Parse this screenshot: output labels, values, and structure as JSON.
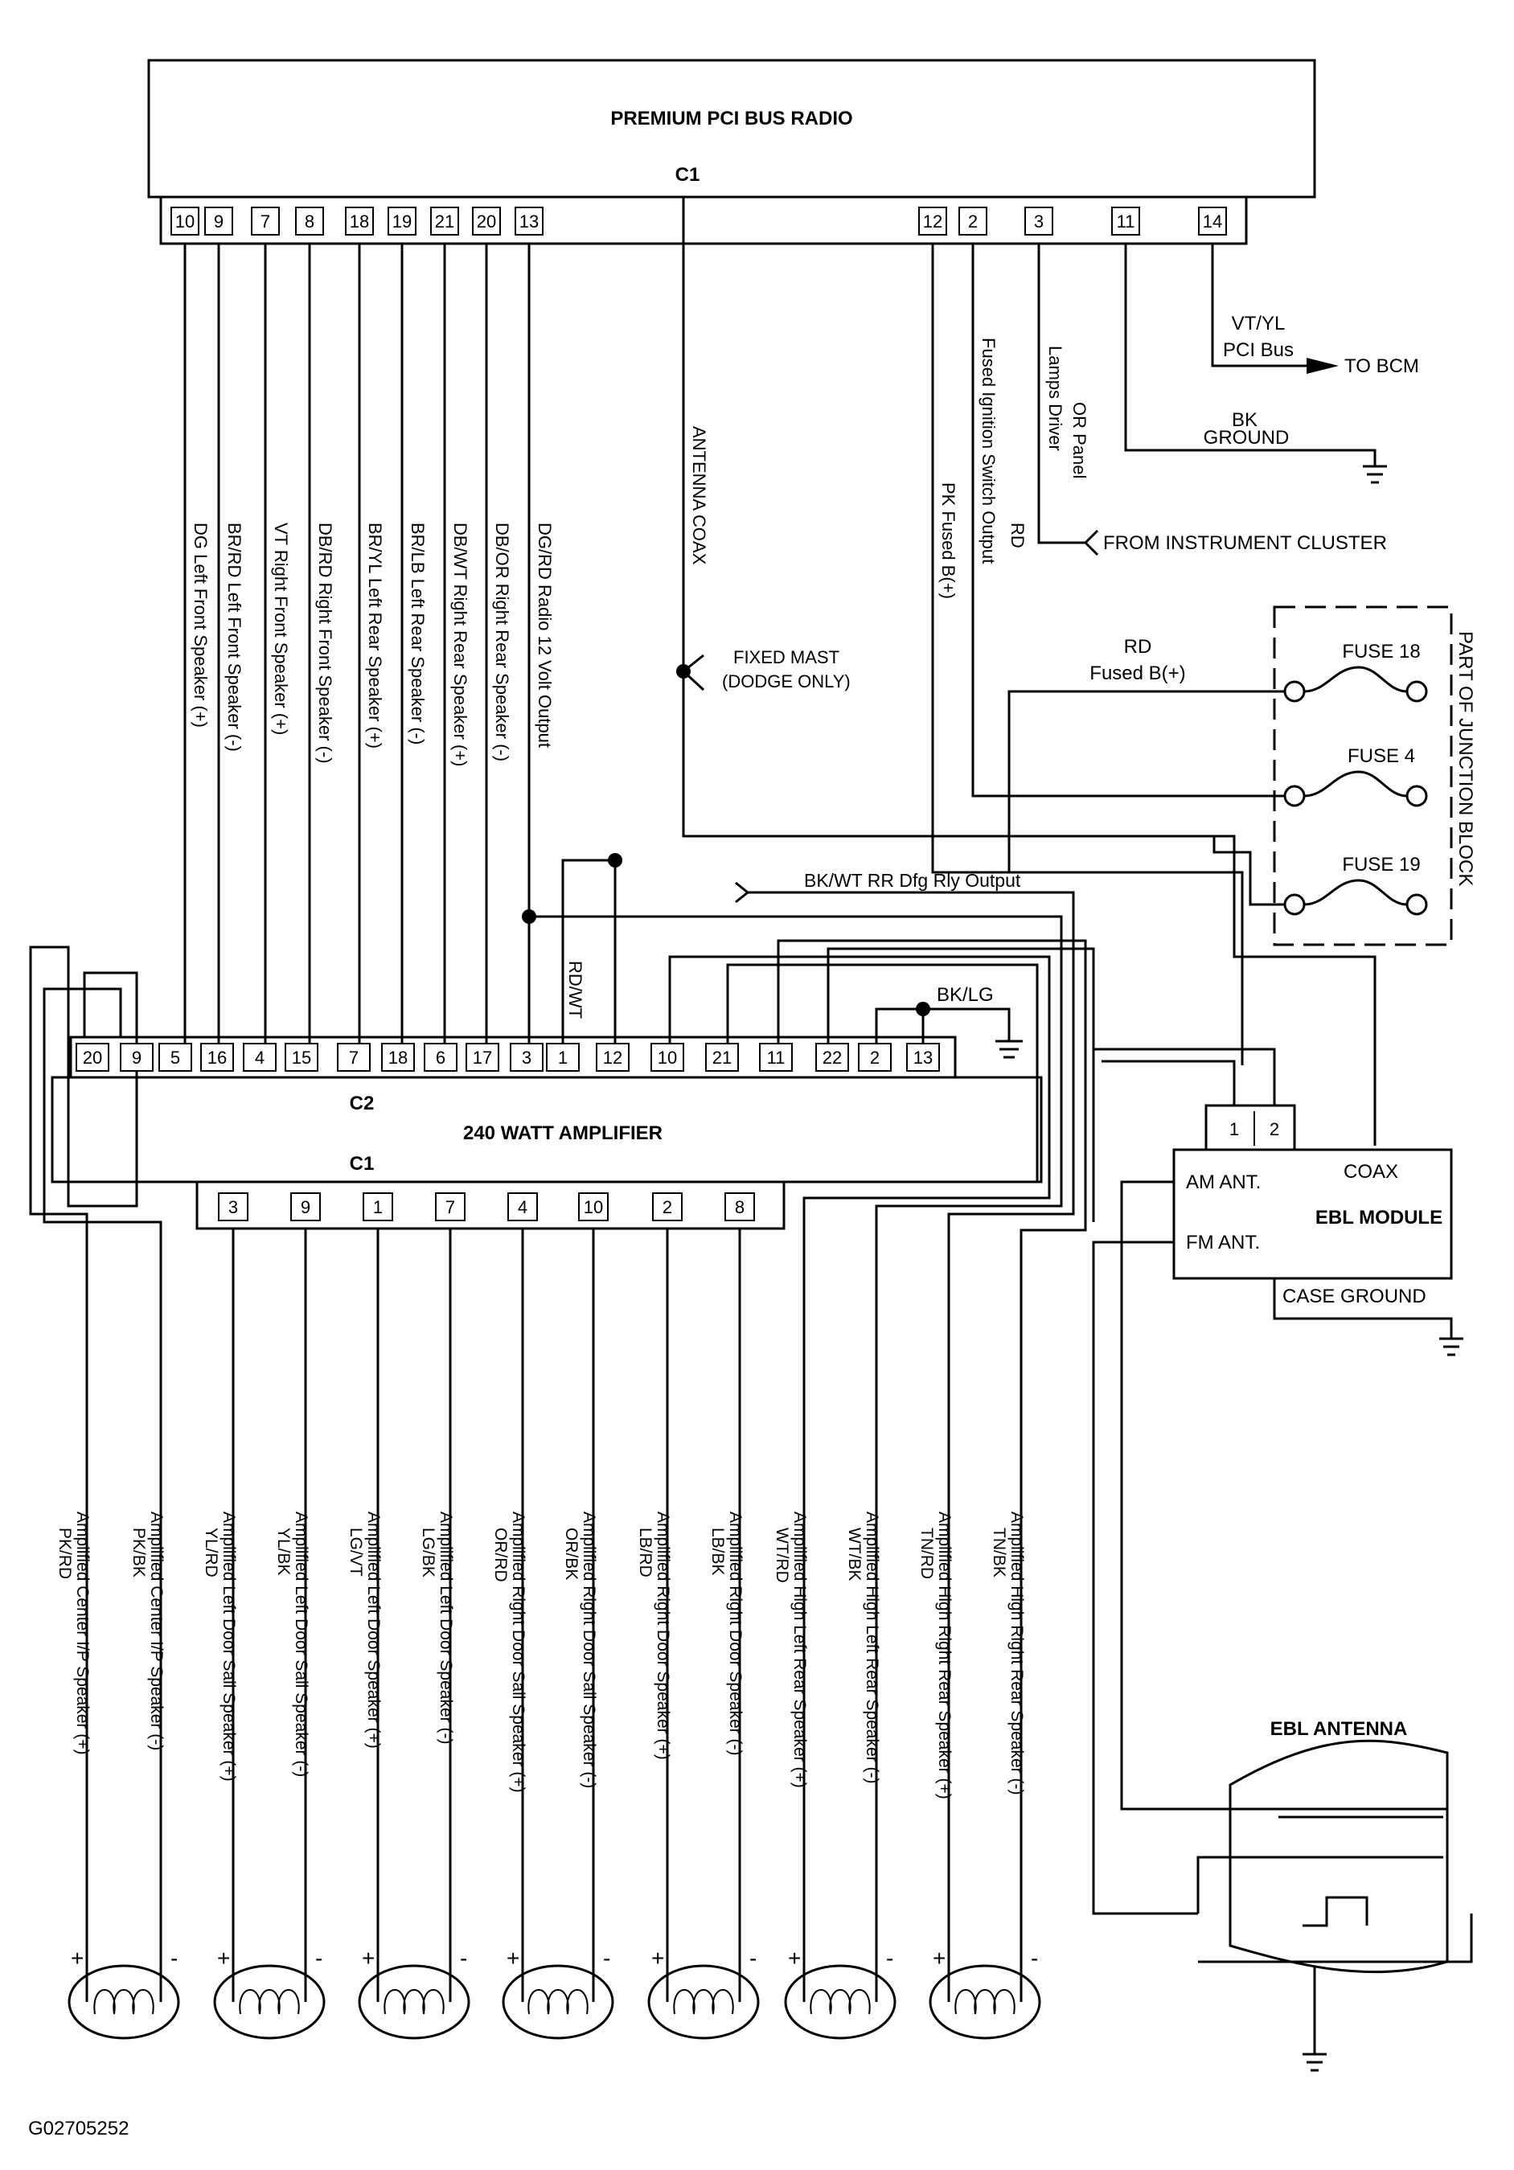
{
  "radio": {
    "title": "PREMIUM PCI BUS RADIO",
    "connector": "C1",
    "left_pins": [
      "10",
      "9",
      "7",
      "8",
      "18",
      "19",
      "21",
      "20",
      "13"
    ],
    "right_pins": [
      "12",
      "2",
      "3",
      "11",
      "14"
    ],
    "left_wires": [
      "DG Left Front Speaker (+)",
      "BR/RD Left Front Speaker (-)",
      "VT Right Front Speaker (+)",
      "DB/RD Right Front Speaker (-)",
      "BR/YL Left Rear Speaker (+)",
      "BR/LB Left Rear Speaker (-)",
      "DB/WT Right Rear Speaker (+)",
      "DB/OR Right Rear Speaker (-)",
      "DG/RD Radio 12 Volt Output"
    ],
    "antenna_coax": "ANTENNA COAX",
    "fixed_mast": [
      "FIXED MAST",
      "(DODGE ONLY)"
    ],
    "pk_fused": "PK Fused B(+)",
    "rd_ignition": [
      "RD",
      "Fused Ignition Switch Output"
    ],
    "or_panel": [
      "OR Panel",
      "Lamps Driver"
    ],
    "from_cluster": "FROM INSTRUMENT CLUSTER",
    "bk_ground": [
      "BK",
      "GROUND"
    ],
    "vt_yl": [
      "VT/YL",
      "PCI Bus"
    ],
    "to_bcm": "TO BCM"
  },
  "junction": {
    "label": "PART OF JUNCTION BLOCK",
    "fuses": [
      "FUSE 18",
      "FUSE 4",
      "FUSE 19"
    ],
    "rd_fused": [
      "RD",
      "Fused B(+)"
    ]
  },
  "misc": {
    "bkwt_output": "BK/WT RR Dfg Rly Output",
    "rdwt": "RD/WT",
    "bklg": "BK/LG"
  },
  "amplifier": {
    "title": "240 WATT AMPLIFIER",
    "c2": "C2",
    "c1": "C1",
    "c2_pins": [
      "20",
      "9",
      "5",
      "16",
      "4",
      "15",
      "7",
      "18",
      "6",
      "17",
      "3",
      "1",
      "12",
      "10",
      "21",
      "11",
      "22",
      "2",
      "13"
    ],
    "c1_pins": [
      "3",
      "9",
      "1",
      "7",
      "4",
      "10",
      "2",
      "8"
    ],
    "speaker_wires": [
      [
        "PK/RD",
        "Amplified Center I/P Speaker (+)"
      ],
      [
        "PK/BK",
        "Amplified Center I/P Speaker (-)"
      ],
      [
        "YL/RD",
        "Amplified Left Door Sail Speaker (+)"
      ],
      [
        "YL/BK",
        "Amplified Left Door Sail Speaker (-)"
      ],
      [
        "LG/VT",
        "Amplified Left Door Speaker (+)"
      ],
      [
        "LG/BK",
        "Amplified Left Door Speaker (-)"
      ],
      [
        "OR/RD",
        "Amplified Right Door Sail Speaker (+)"
      ],
      [
        "OR/BK",
        "Amplified Right Door Sail Speaker (-)"
      ],
      [
        "LB/RD",
        "Amplified Right Door Speaker (+)"
      ],
      [
        "LB/BK",
        "Amplified Right Door Speaker (-)"
      ],
      [
        "WT/RD",
        "Amplified High Left Rear Speaker (+)"
      ],
      [
        "WT/BK",
        "Amplified High Left Rear Speaker (-)"
      ],
      [
        "TN/RD",
        "Amplified High Right Rear Speaker (+)"
      ],
      [
        "TN/BK",
        "Amplified High Right Rear Speaker (-)"
      ]
    ]
  },
  "ebl": {
    "module": "EBL MODULE",
    "pins": [
      "1",
      "2"
    ],
    "coax": "COAX",
    "am": "AM ANT.",
    "fm": "FM ANT.",
    "case_ground": "CASE GROUND",
    "antenna": "EBL ANTENNA"
  },
  "polarity": {
    "plus": "+",
    "minus": "-"
  },
  "figure_id": "G02705252"
}
